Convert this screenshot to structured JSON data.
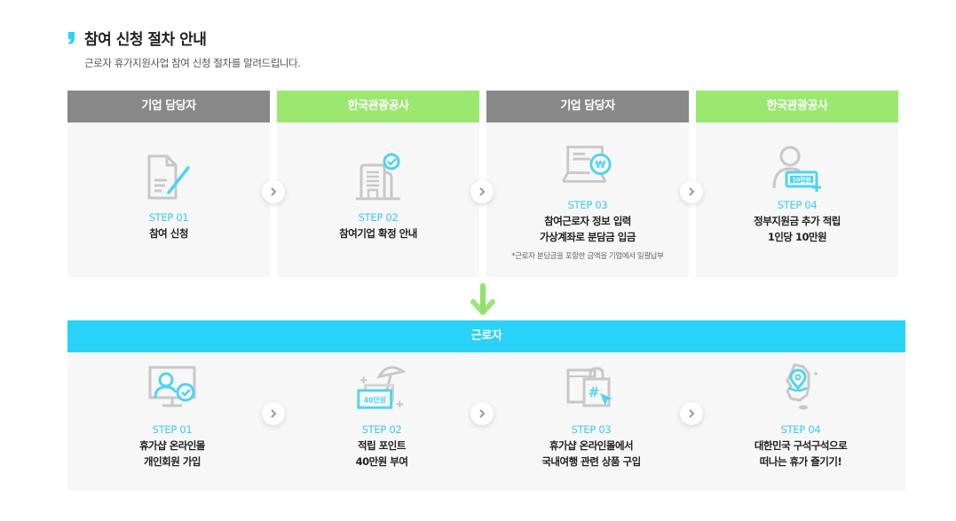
{
  "header": {
    "title": "참여 신청 절차 안내",
    "subtitle": "근로자 휴가지원사업 참여 신청 절차를 알려드립니다."
  },
  "colors": {
    "accent_cyan": "#29d2f6",
    "step_label": "#3cc9ec",
    "header_gray": "#888888",
    "header_green": "#9be870",
    "card_bg": "#f7f7f7"
  },
  "company_steps": [
    {
      "header": "기업 담당자",
      "header_color": "gray",
      "icon": "document-edit-icon",
      "step": "STEP 01",
      "lines": [
        "참여 신청"
      ],
      "note": ""
    },
    {
      "header": "한국관광공사",
      "header_color": "green",
      "icon": "building-check-icon",
      "step": "STEP 02",
      "lines": [
        "참여기업 확정 안내"
      ],
      "note": ""
    },
    {
      "header": "기업 담당자",
      "header_color": "gray",
      "icon": "laptop-won-icon",
      "step": "STEP 03",
      "lines": [
        "참여근로자 정보 입력",
        "가상계좌로 분담금 입금"
      ],
      "note": "*근로자 분담금을 포함한 금액을 기업에서 일괄납부"
    },
    {
      "header": "한국관광공사",
      "header_color": "green",
      "icon": "person-money-plus-icon",
      "step": "STEP 04",
      "lines": [
        "정부지원금 추가 적립",
        "1인당 10만원"
      ],
      "note": "",
      "icon_text": "10만원"
    }
  ],
  "worker_section": {
    "label": "근로자",
    "steps": [
      {
        "icon": "monitor-user-check-icon",
        "step": "STEP 01",
        "lines": [
          "휴가샵 온라인몰",
          "개인회원 가입"
        ]
      },
      {
        "icon": "umbrella-points-icon",
        "step": "STEP 02",
        "lines": [
          "적립 포인트",
          "40만원 부여"
        ],
        "icon_text": "40만원"
      },
      {
        "icon": "shopping-bag-hashtag-icon",
        "step": "STEP 03",
        "lines": [
          "휴가샵 온라인몰에서",
          "국내여행 관련 상품 구입"
        ]
      },
      {
        "icon": "korea-map-pin-icon",
        "step": "STEP 04",
        "lines": [
          "대한민국 구석구석으로",
          "떠나는 휴가 즐기기!"
        ]
      }
    ]
  }
}
